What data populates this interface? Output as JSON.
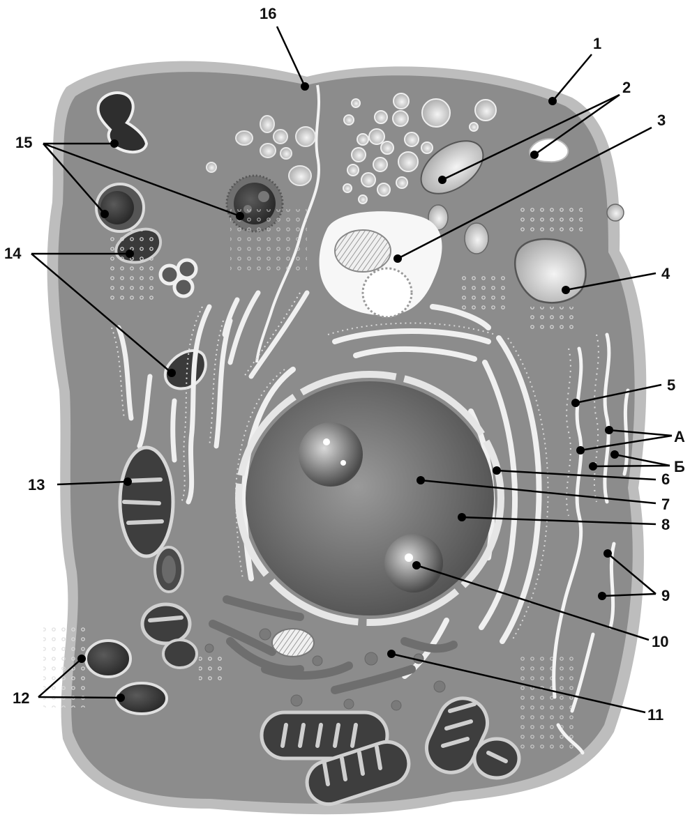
{
  "diagram": {
    "labels": {
      "l1": "1",
      "l2": "2",
      "l3": "3",
      "l4": "4",
      "l5": "5",
      "l6": "6",
      "l7": "7",
      "l8": "8",
      "l9": "9",
      "l10": "10",
      "l11": "11",
      "l12": "12",
      "l13": "13",
      "l14": "14",
      "l15": "15",
      "l16": "16",
      "lA": "А",
      "lB": "Б"
    },
    "colors": {
      "cytoplasm": "#8c8c8c",
      "cytoplasm_edge": "#b3b3b3",
      "membrane_light": "#f2f2f2",
      "dark_organelle": "#3a3a3a",
      "nucleus": "#666666",
      "leader": "#000000"
    }
  }
}
